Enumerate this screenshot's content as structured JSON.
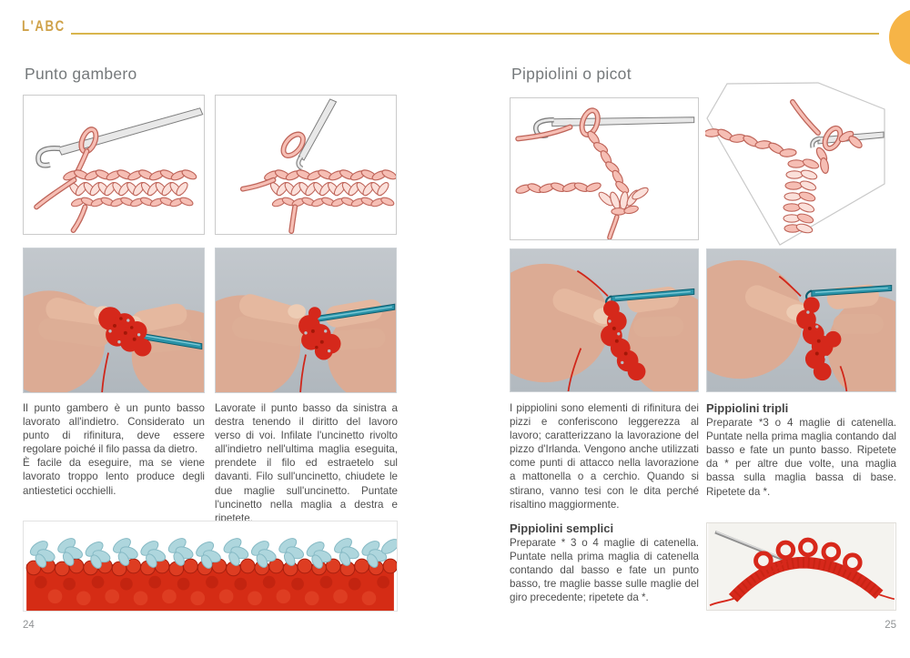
{
  "header": {
    "label": "L'ABC"
  },
  "left_page": {
    "title": "Punto gambero",
    "col1": [
      "Il punto gambero è un punto basso lavorato all'indietro. Considerato un punto di rifinitura, deve essere regolare poiché il filo passa da dietro.",
      "È facile da eseguire, ma se viene lavorato troppo lento produce degli antiestetici occhielli."
    ],
    "col2": [
      "Lavorate il punto basso da sinistra a destra tenendo il diritto del lavoro verso di voi. Infilate l'uncinetto rivolto all'indietro nell'ultima maglia eseguita, prendete il filo ed estraetelo sul davanti. Filo sull'uncinetto, chiudete le due maglie sull'uncinetto. Puntate l'uncinetto nella maglia a destra e ripetete."
    ],
    "page_number": "24"
  },
  "right_page": {
    "title": "Pippiolini o picot",
    "intro": "I pippiolini sono elementi di rifinitura dei pizzi e conferiscono leggerezza al lavoro; caratterizzano la lavorazione del pizzo d'Irlanda. Vengono anche utilizzati come punti di attacco nella lavorazione a mattonella o a cerchio. Quando si stirano, vanno tesi con le dita perché risaltino maggiormente.",
    "semplici": {
      "heading": "Pippiolini semplici",
      "body": "Preparate * 3 o 4 maglie di catenella. Puntate nella prima maglia di catenella contando dal basso e fate un punto basso, tre maglie basse sulle maglie del giro precedente; ripetete da *."
    },
    "tripli": {
      "heading": "Pippiolini tripli",
      "body": "Preparate *3 o 4 maglie di catenella. Puntate nella prima maglia contando dal basso e fate un punto basso. Ripetete da * per altre due volte, una maglia bassa sulla maglia bassa di base. Ripetete da *."
    },
    "page_number": "25"
  },
  "palette": {
    "accent_gold": "#d9b54d",
    "corner_circle_orange": "#f6b447",
    "title_gray": "#75797b",
    "body_text": "#4e4e4e",
    "page_number_gray": "#8f9294",
    "photo_background_gray": "#bcc2c7",
    "yarn_red": "#d5281b",
    "yarn_pink": "#f6beb4",
    "yarn_light_blue": "#aed6dd",
    "hook_teal": "#2a93a8",
    "hook_gray": "#e8e8e8",
    "figure_border": "#cbcbcb"
  }
}
